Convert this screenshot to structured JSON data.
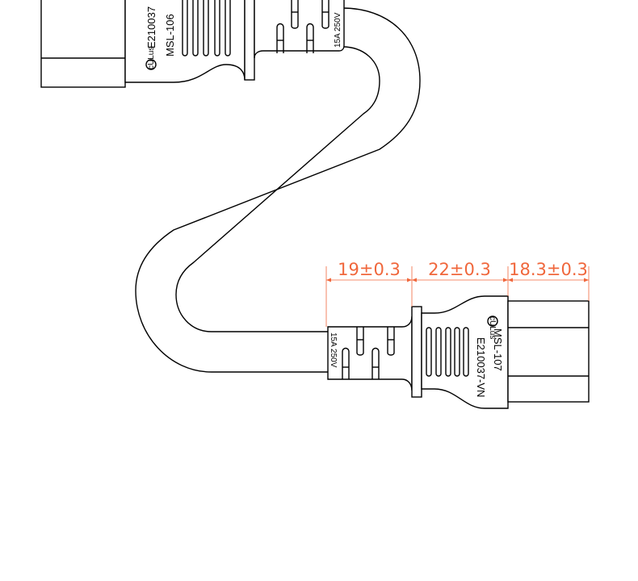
{
  "dimensions": {
    "plug_length": "19±0.3",
    "body_length": "22±0.3",
    "connector_length": "18.3±0.3"
  },
  "top_connector": {
    "model": "MSL-106",
    "cert": "E210037",
    "rating": "15A 250V",
    "mark": "cULus"
  },
  "bottom_connector": {
    "model": "MSL-107",
    "cert": "E210037-VN",
    "rating": "15A 250V",
    "mark": "cULus"
  },
  "colors": {
    "dimension": "#f0673c",
    "line": "#000000"
  }
}
